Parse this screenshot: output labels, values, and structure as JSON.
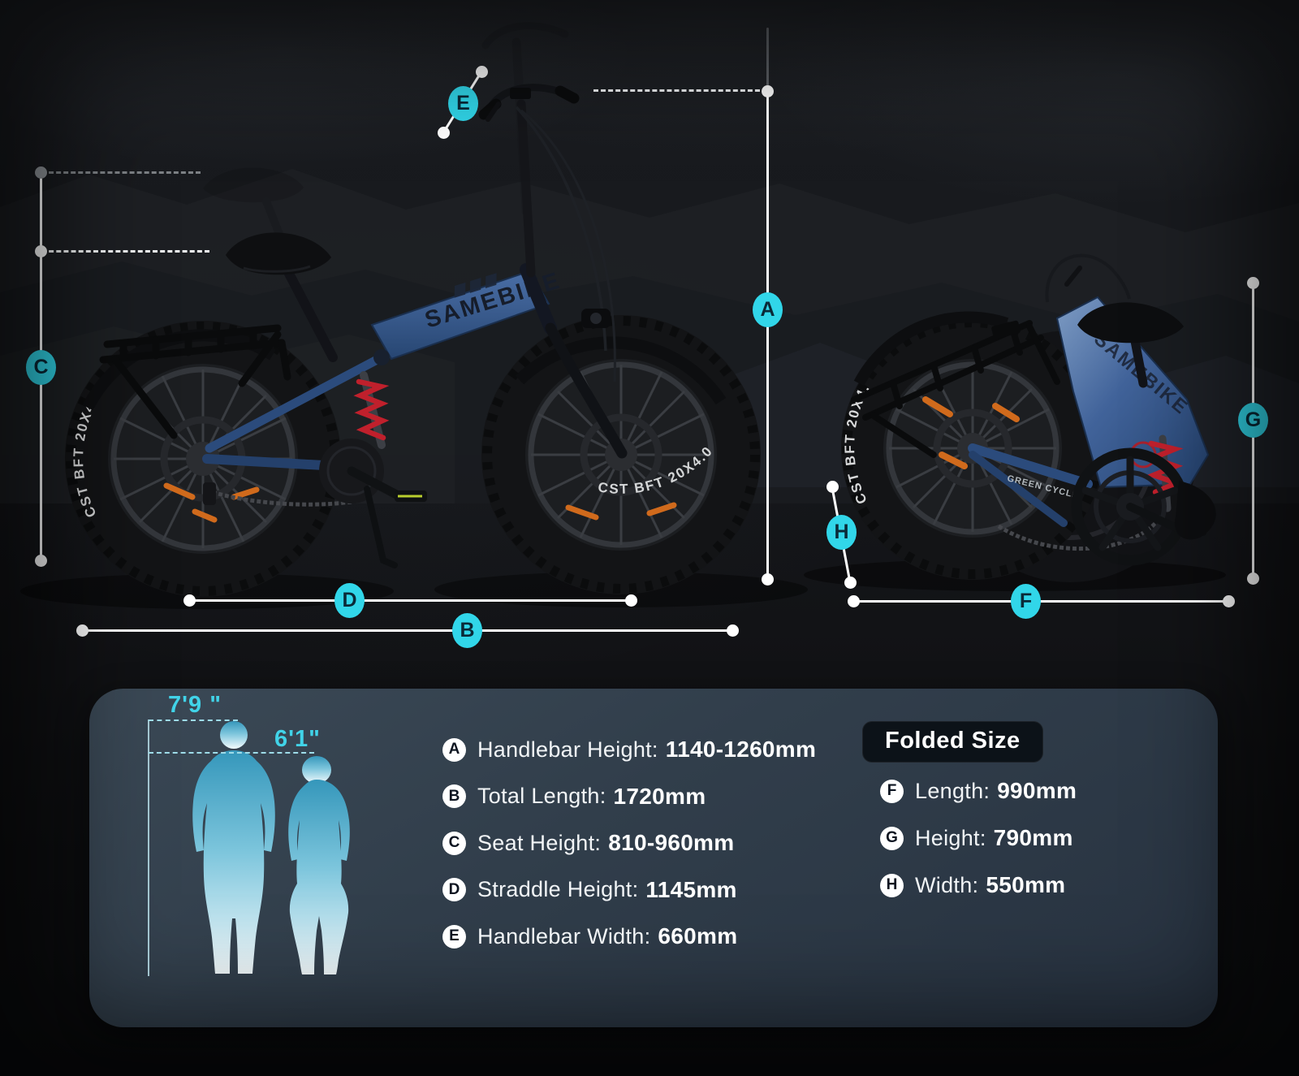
{
  "colors": {
    "accent": "#31d6e9",
    "dimension_line": "#ffffff",
    "panel_background": "#313e4b",
    "rider_label": "#41d3e8"
  },
  "diagram": {
    "markers": {
      "A": "A",
      "B": "B",
      "C": "C",
      "D": "D",
      "E": "E",
      "F": "F",
      "G": "G",
      "H": "H"
    },
    "decals": {
      "brand": "SAMEBIKE",
      "tire": "CST BFT 20X4.0",
      "arm": "GREEN CYCLE"
    }
  },
  "size_panel": {
    "rider_heights": {
      "tall": "7'9 \"",
      "short": "6'1\""
    },
    "specs": [
      {
        "key": "A",
        "label": "Handlebar Height:",
        "value": "1140-1260mm"
      },
      {
        "key": "B",
        "label": "Total Length:",
        "value": "1720mm"
      },
      {
        "key": "C",
        "label": "Seat Height:",
        "value": "810-960mm"
      },
      {
        "key": "D",
        "label": "Straddle Height:",
        "value": "1145mm"
      },
      {
        "key": "E",
        "label": "Handlebar Width:",
        "value": "660mm"
      }
    ],
    "folded": {
      "title": "Folded Size",
      "specs": [
        {
          "key": "F",
          "label": "Length:",
          "value": "990mm"
        },
        {
          "key": "G",
          "label": "Height:",
          "value": "790mm"
        },
        {
          "key": "H",
          "label": "Width:",
          "value": "550mm"
        }
      ]
    }
  }
}
